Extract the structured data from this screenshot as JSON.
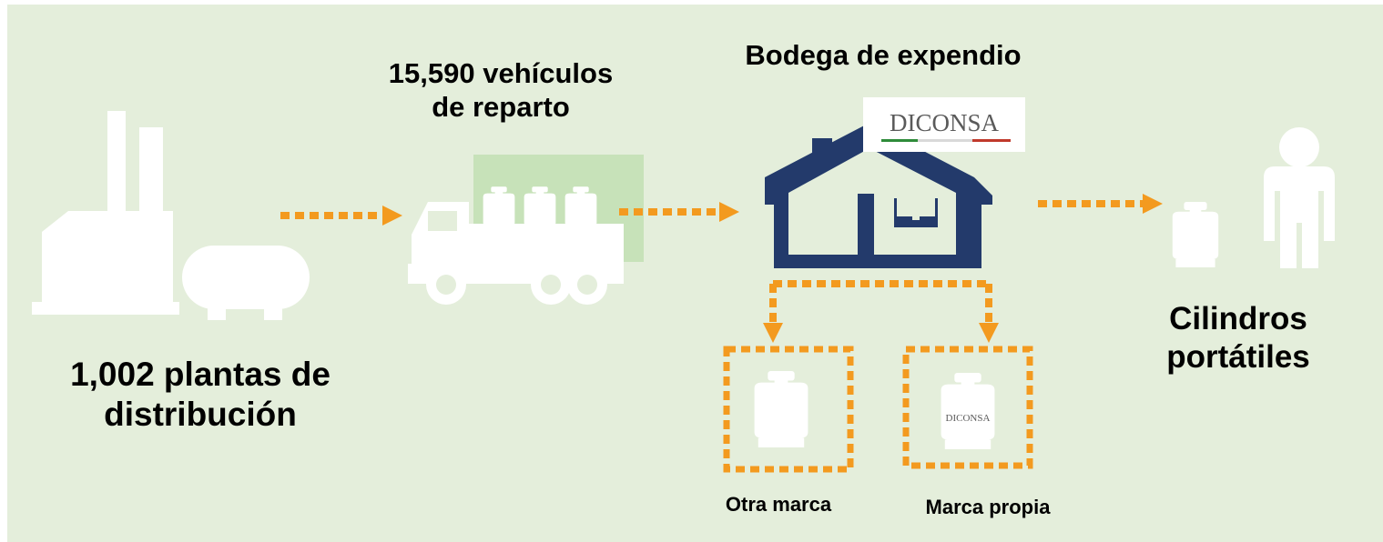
{
  "colors": {
    "background": "#e4eedb",
    "arrow": "#f39a1f",
    "house": "#233a6b",
    "icon": "#ffffff",
    "truck_box": "#c7e2b9",
    "flag_green": "#2e8b3a",
    "flag_red": "#c0392b"
  },
  "nodes": {
    "plants": {
      "label_line1": "1,002 plantas de",
      "label_line2": "distribución",
      "icon": "factory-icon"
    },
    "vehicles": {
      "label_line1": "15,590 vehículos",
      "label_line2": "de reparto",
      "icon": "truck-icon"
    },
    "warehouse": {
      "label": "Bodega de expendio",
      "icon": "house-icon",
      "brand": "DICONSA"
    },
    "cylinders": {
      "label_line1": "Cilindros",
      "label_line2": "portátiles",
      "icon": "person-with-cylinder-icon"
    },
    "otra_marca": {
      "label": "Otra marca",
      "icon": "gas-cylinder-icon"
    },
    "marca_propia": {
      "label": "Marca propia",
      "icon": "diconsa-cylinder-icon",
      "brand": "DICONSA"
    }
  }
}
